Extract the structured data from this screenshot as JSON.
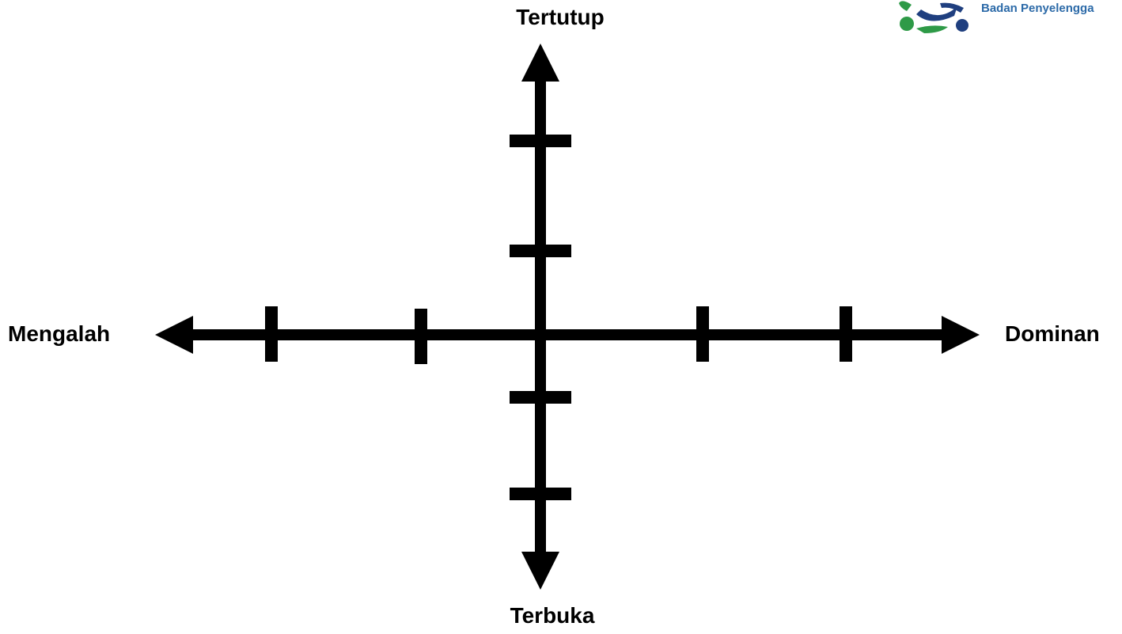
{
  "axes": {
    "top_label": "Tertutup",
    "bottom_label": "Terbuka",
    "left_label": "Mengalah",
    "right_label": "Dominan"
  },
  "logo": {
    "text": "Badan Penyelengga",
    "colors": {
      "green": "#2e9a47",
      "blue": "#1f3f7f",
      "text_blue": "#2c6aa8"
    }
  },
  "style": {
    "line_color": "#000000",
    "background": "#ffffff"
  }
}
